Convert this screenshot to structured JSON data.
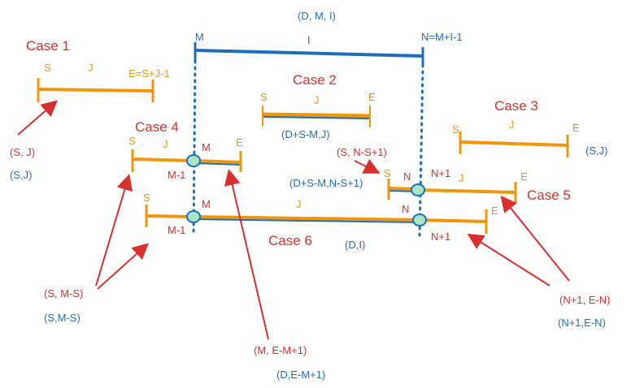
{
  "top": {
    "tuple": "(D, M, I)",
    "m_label": "M",
    "i_label": "I",
    "n_label": "N=M+I-1"
  },
  "cases": {
    "case1": {
      "title": "Case 1",
      "s": "S",
      "j": "J",
      "e": "E=S+J-1",
      "tuple": "(S, J)",
      "result": "(S,J)"
    },
    "case2": {
      "title": "Case 2",
      "s": "S",
      "j": "J",
      "e": "E",
      "result": "(D+S-M,J)"
    },
    "case3": {
      "title": "Case 3",
      "s": "S",
      "j": "J",
      "e": "E",
      "result": "(S,J)"
    },
    "case4": {
      "title": "Case 4",
      "s": "S",
      "j": "J",
      "m": "M",
      "m1": "M-1",
      "e": "E"
    },
    "case5": {
      "title": "Case 5",
      "tuple": "(S, N-S+1)",
      "result": "(D+S-M,N-S+1)",
      "s": "S",
      "n": "N",
      "n1": "N+1",
      "j": "J",
      "e": "E"
    },
    "case6": {
      "title": "Case 6",
      "s": "S",
      "m": "M",
      "m1": "M-1",
      "j": "J",
      "n": "N",
      "n1": "N+1",
      "e": "E",
      "result": "(D,I)"
    }
  },
  "bottom": {
    "left_tuple": "(S, M-S)",
    "left_result": "(S,M-S)",
    "mid_tuple": "(M, E-M+1)",
    "mid_result": "(D,E-M+1)",
    "right_tuple": "(N+1, E-N)",
    "right_result": "(N+1,E-N)"
  },
  "colors": {
    "red": "#d8302e",
    "orange": "#f0960a",
    "blue": "#1f6fb8",
    "node": "#a8e6c8"
  }
}
